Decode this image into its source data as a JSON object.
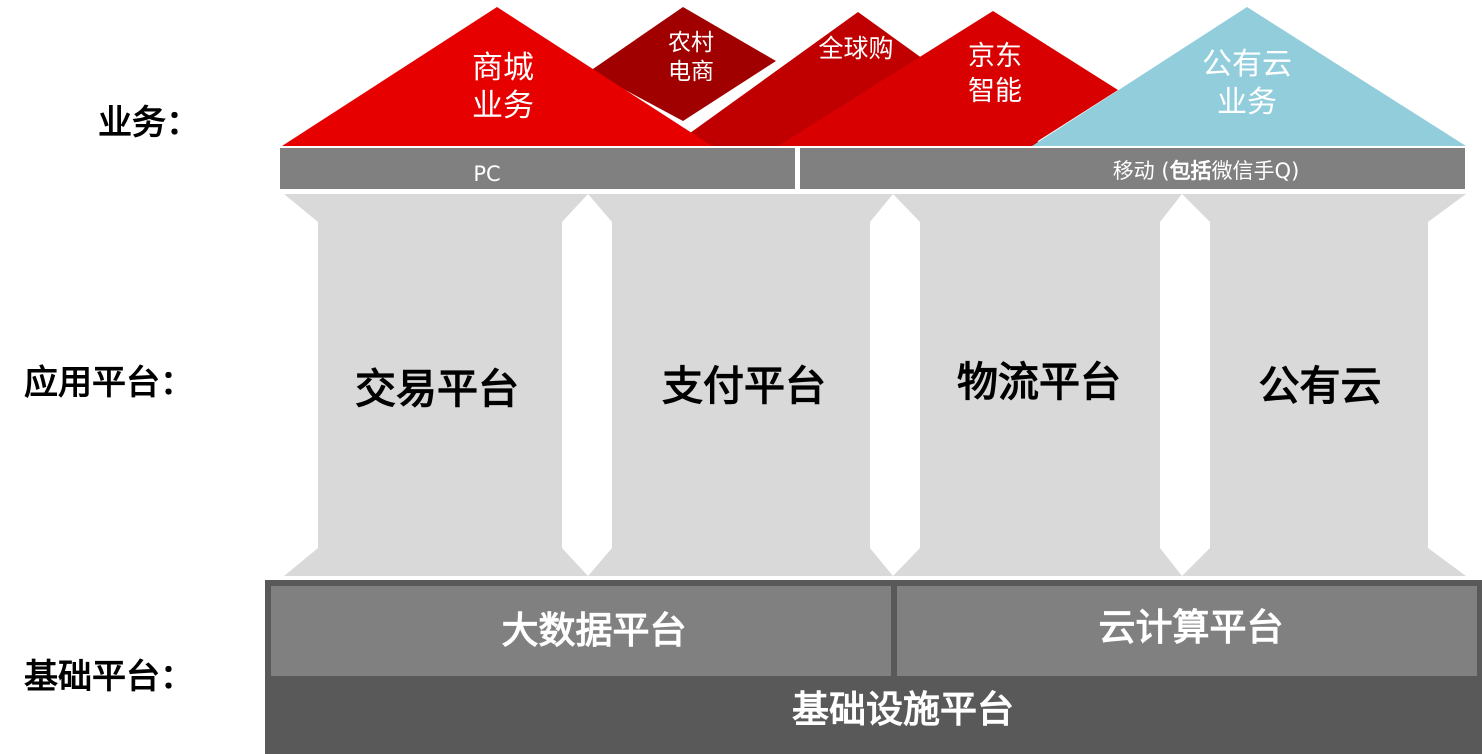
{
  "row_labels": {
    "business": "业务：",
    "application": "应用平台：",
    "foundation": "基础平台："
  },
  "roofs": {
    "mall": {
      "line1": "商城",
      "line2": "业务",
      "color": "#e60000"
    },
    "rural": {
      "line1": "农村",
      "line2": "电商",
      "color": "#a00000"
    },
    "global": {
      "label": "全球购",
      "color": "#c00000"
    },
    "smart": {
      "line1": "京东",
      "line2": "智能",
      "color": "#d80000"
    },
    "cloud_biz": {
      "line1": "公有云",
      "line2": "业务",
      "color": "#92cddc"
    }
  },
  "channels": {
    "pc": "PC",
    "mobile_prefix": "移动 (",
    "mobile_bold": "包括",
    "mobile_suffix": "微信手Q)"
  },
  "pillars": [
    {
      "label": "交易平台"
    },
    {
      "label": "支付平台"
    },
    {
      "label": "物流平台"
    },
    {
      "label": "公有云"
    }
  ],
  "foundation": {
    "big_data": "大数据平台",
    "cloud_computing": "云计算平台",
    "infrastructure": "基础设施平台"
  },
  "colors": {
    "pillar": "#d9d9d9",
    "band": "#808080",
    "base_dark": "#595959",
    "text_light": "#ffffff",
    "text_dark": "#000000"
  }
}
